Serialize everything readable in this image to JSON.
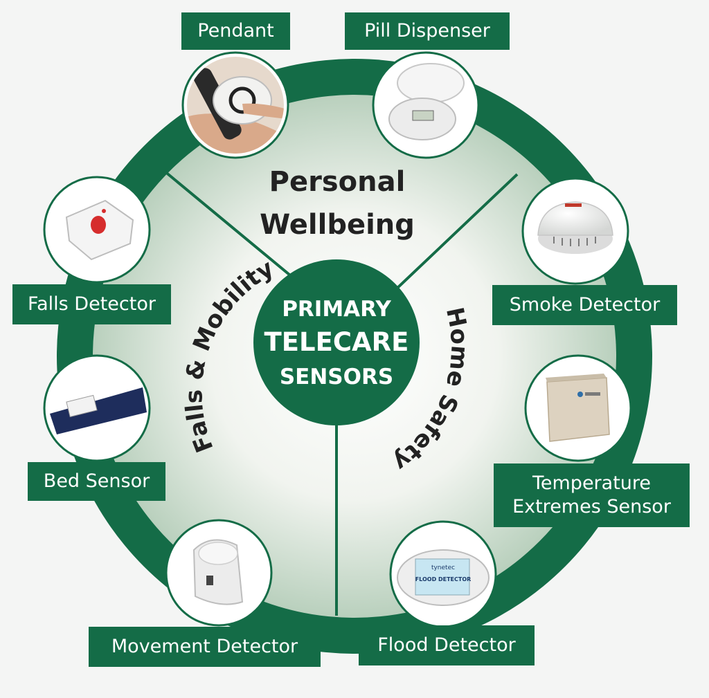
{
  "center": {
    "line1": "PRIMARY",
    "line2": "TELECARE",
    "line3": "SENSORS"
  },
  "segments": {
    "personal": {
      "line1": "Personal",
      "line2": "Wellbeing"
    },
    "falls": "Falls & Mobility",
    "home": "Home Safety"
  },
  "devices": {
    "pendant": "Pendant",
    "pill": "Pill Dispenser",
    "smoke": "Smoke Detector",
    "temp_line1": "Temperature",
    "temp_line2": "Extremes Sensor",
    "flood": "Flood Detector",
    "movement": "Movement Detector",
    "bed": "Bed Sensor",
    "falls": "Falls Detector"
  },
  "device_print": {
    "flood_brand": "tynetec",
    "flood_title": "FLOOD DETECTOR"
  },
  "colors": {
    "ring": "#146c47",
    "label_bg": "#146c47",
    "label_text": "#ffffff",
    "segment_text": "#222222"
  }
}
